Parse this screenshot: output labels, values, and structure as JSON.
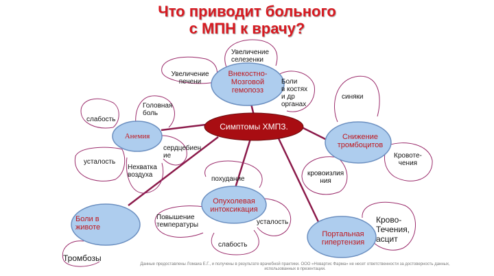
{
  "title_line1": "Что приводит больного",
  "title_line2": "с МПН к врачу?",
  "center": "Симптомы ХМПЗ.",
  "nodes": {
    "extramedullary": "Внекостно-\nМозговой\nгемопоэз",
    "anemia": "Анемия",
    "thrombocytopenia": "Снижение\nтромбоцитов",
    "intoxication": "Опухолевая\nинтоксикация",
    "abdominal_pain": "Боли в\nживоте",
    "portal_hypertension": "Портальная\nгипертензия"
  },
  "labels": {
    "spleen": "Увеличение\nселезенки",
    "liver": "Увеличение\nпечени",
    "bone_pain": "Боли\nв костях\nи др\nорганах",
    "headache": "Головная\nболь",
    "weakness1": "слабость",
    "palpitations": "сердцебиен\nие",
    "fatigue1": "усталость",
    "dyspnea": "Нехватка\nвоздуха",
    "bruises": "синяки",
    "bleeding": "Кровоте-\nчения",
    "hemorrhages": "кровоизлия\nния",
    "weight_loss": "похудание",
    "fever": "Повышение\nтемпературы",
    "fatigue2": "усталость",
    "weakness2": "слабость",
    "thrombosis": "Тромбозы",
    "bleeding_ascites": "Крово-\nТечения,\nасцит"
  },
  "footer": "Данные предоставлены Ломаиа Е.Г., и получены в результате врачебной практики.  ООО «Новартис Фарма» не несет ответственности за  достоверность данных,\nиспользованных в презентации.",
  "colors": {
    "title": "#d71920",
    "center_fill": "#a80d12",
    "node_fill": "#aecdee",
    "node_border": "#6b8fc0",
    "petal": "#9a2a6a",
    "connector": "#8b1a4a",
    "node_text": "#c0161c"
  }
}
